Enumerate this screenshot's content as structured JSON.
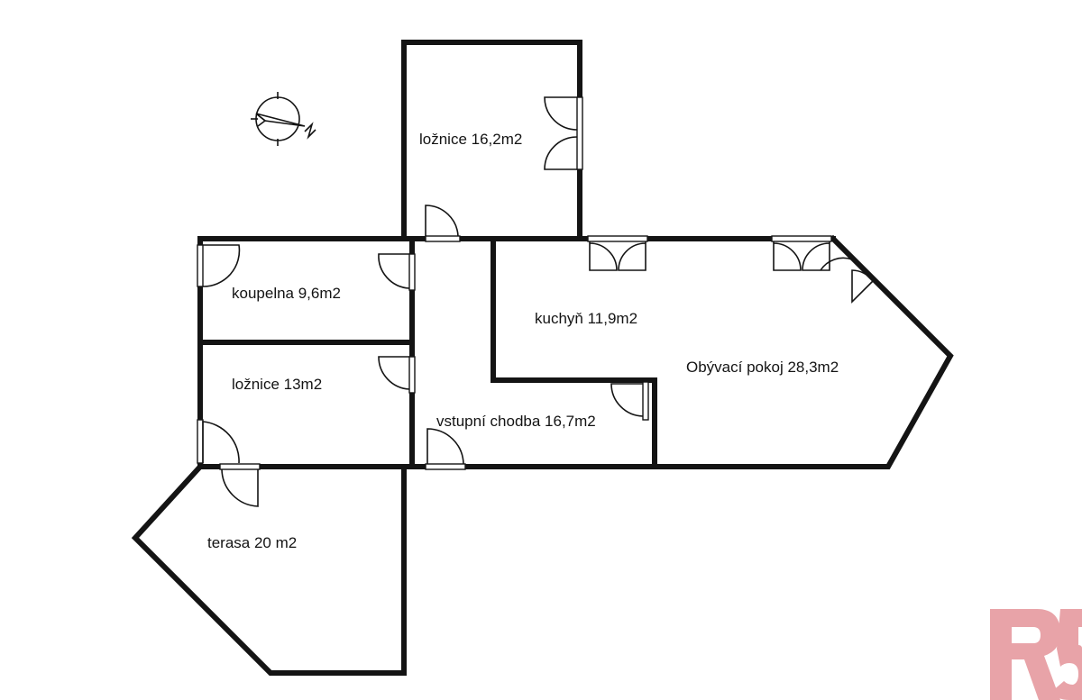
{
  "plan": {
    "rooms": [
      {
        "id": "loznice-upper",
        "label": "ložnice 16,2m2"
      },
      {
        "id": "koupelna",
        "label": "koupelna 9,6m2"
      },
      {
        "id": "kuchyn",
        "label": "kuchyň 11,9m2"
      },
      {
        "id": "obyvaci-pokoj",
        "label": "Obývací pokoj 28,3m2"
      },
      {
        "id": "loznice-lower",
        "label": "ložnice 13m2"
      },
      {
        "id": "vstupni-chodba",
        "label": "vstupní chodba 16,7m2"
      },
      {
        "id": "terasa",
        "label": "terasa 20 m2"
      }
    ]
  },
  "compass": {
    "icon": "north-arrow-icon",
    "mark": "N"
  },
  "logo": {
    "icon": "r5-logo-icon",
    "color": "#e8a3a8"
  }
}
